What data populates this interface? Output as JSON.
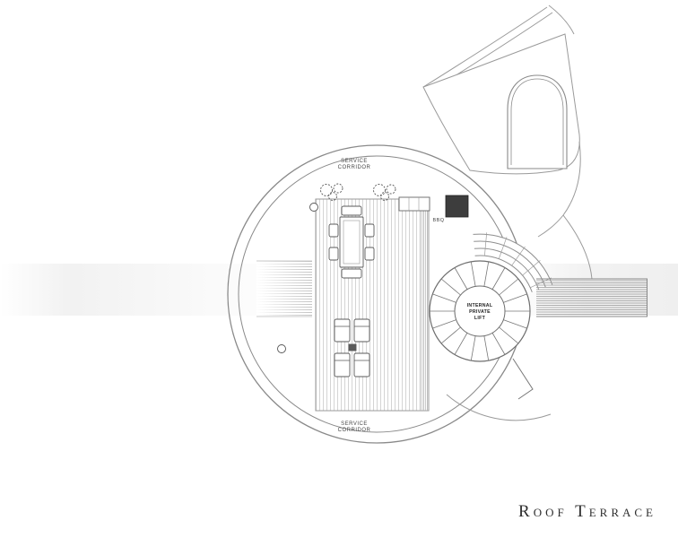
{
  "title": "Roof Terrace",
  "plan": {
    "labels": {
      "service_corridor_top": {
        "line1": "SERVICE",
        "line2": "CORRIDOR"
      },
      "service_corridor_bottom": {
        "line1": "SERVICE",
        "line2": "CORRIDOR"
      },
      "bbq": "BBQ",
      "lift": {
        "line1": "INTERNAL",
        "line2": "PRIVATE",
        "line3": "LIFT"
      }
    },
    "colors": {
      "line": "#8a8a8a",
      "line_dark": "#555555",
      "hatch_light": "#b5b5b5",
      "hatch_dark": "#9b9b9b",
      "deck_line": "#c9c9c9",
      "label_text": "#474747",
      "title_text": "#2e2e2e",
      "bbq_block": "#3d3d3d",
      "background": "#ffffff"
    }
  }
}
